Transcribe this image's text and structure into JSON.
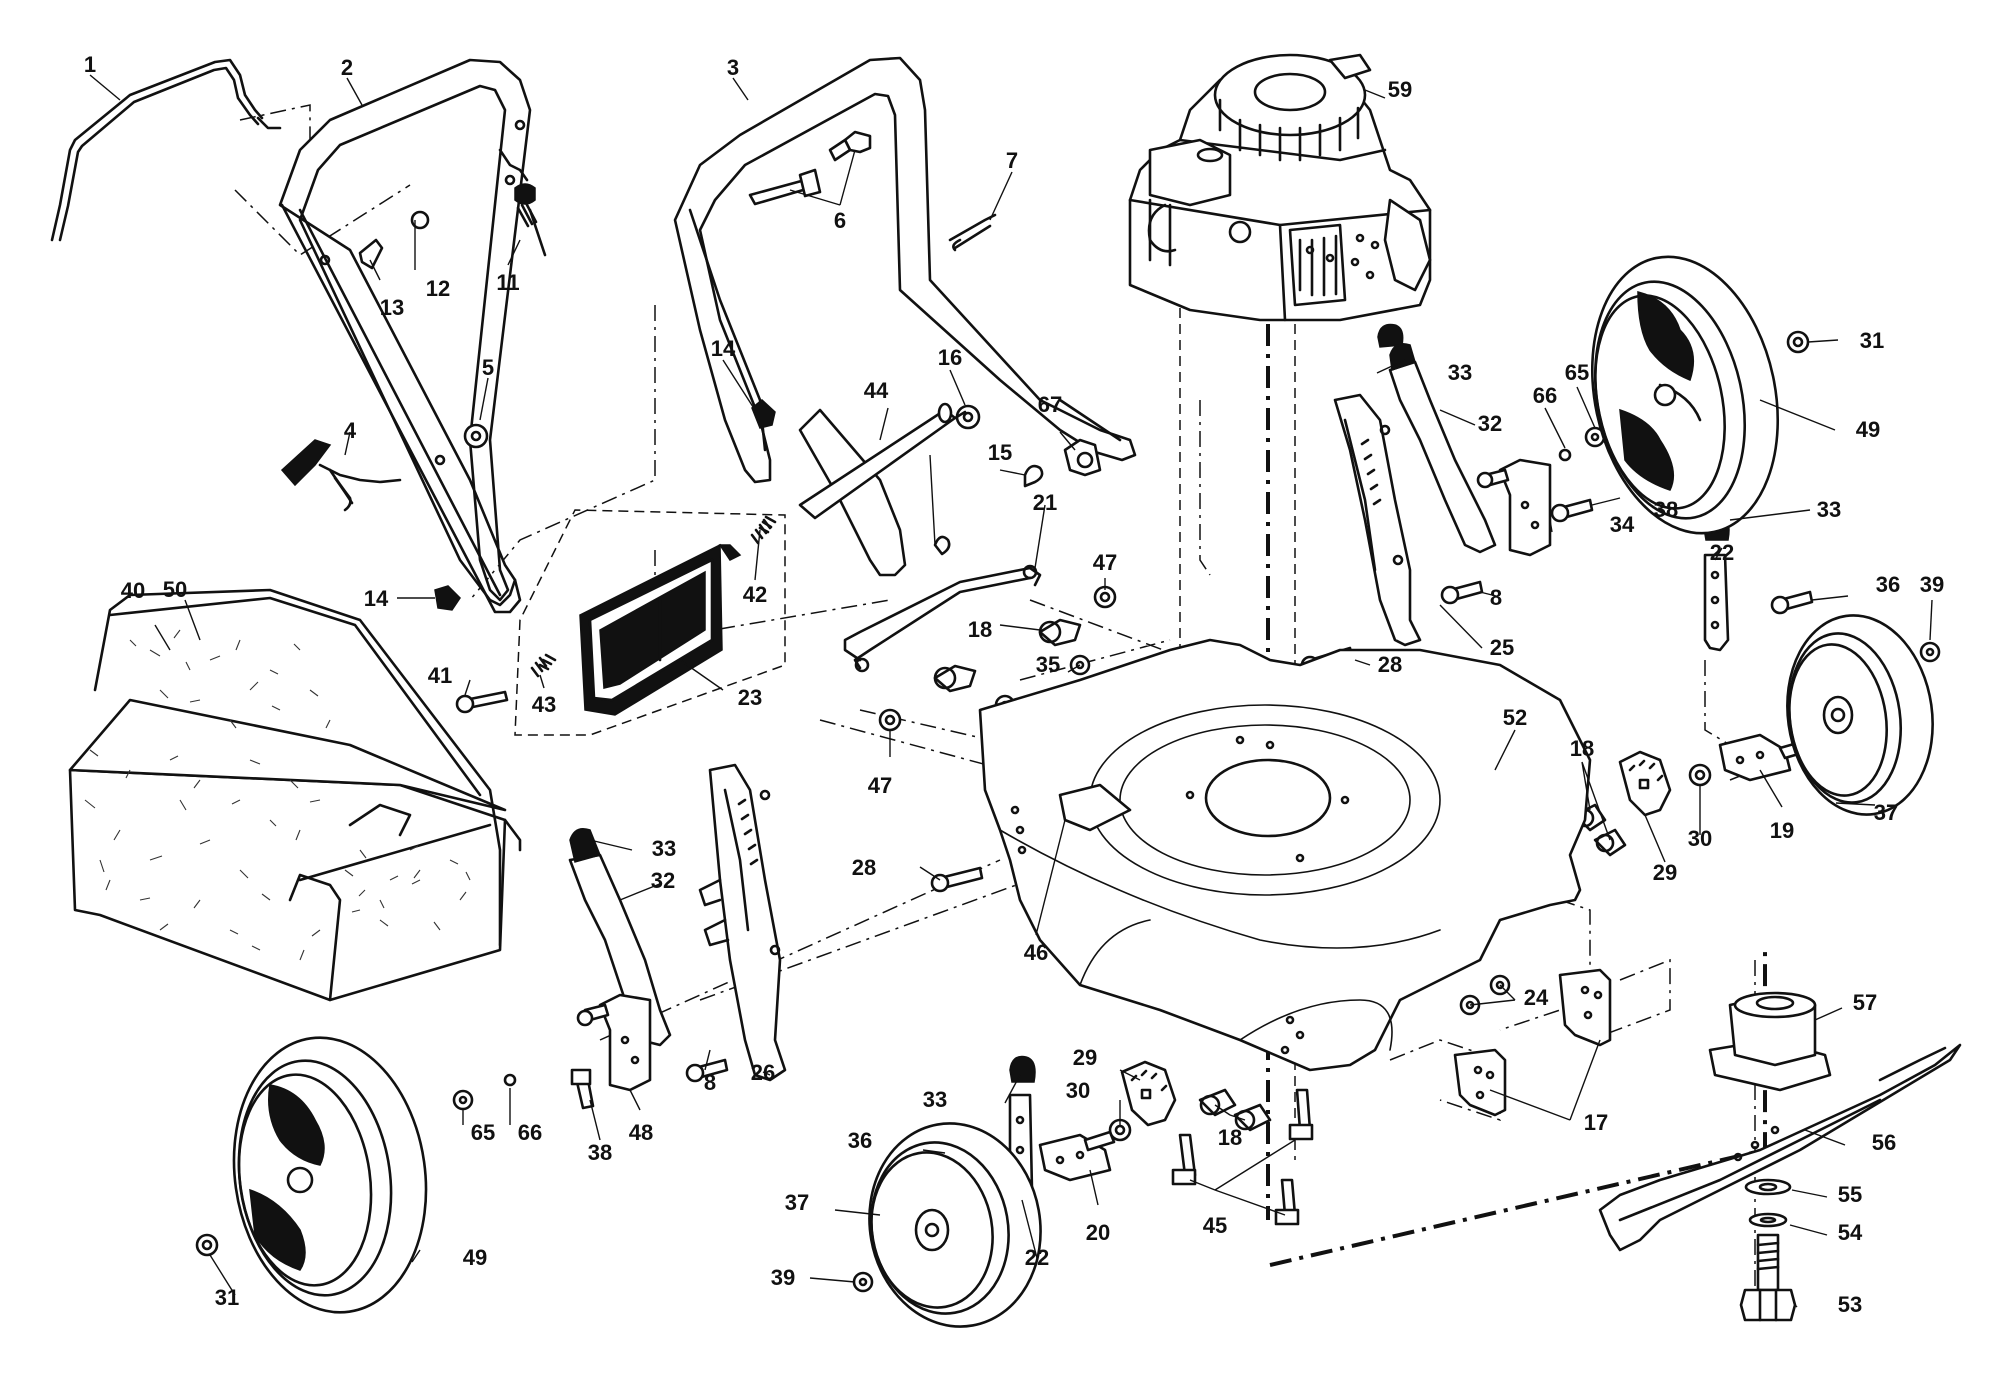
{
  "diagram": {
    "type": "exploded-parts-diagram",
    "line_color": "#111111",
    "background": "#ffffff",
    "callouts": [
      {
        "id": "c1",
        "label": "1"
      },
      {
        "id": "c2",
        "label": "2"
      },
      {
        "id": "c3",
        "label": "3"
      },
      {
        "id": "c4",
        "label": "4"
      },
      {
        "id": "c5",
        "label": "5"
      },
      {
        "id": "c6",
        "label": "6"
      },
      {
        "id": "c7",
        "label": "7"
      },
      {
        "id": "c8a",
        "label": "8"
      },
      {
        "id": "c8b",
        "label": "8"
      },
      {
        "id": "c11",
        "label": "11"
      },
      {
        "id": "c12",
        "label": "12"
      },
      {
        "id": "c13",
        "label": "13"
      },
      {
        "id": "c14a",
        "label": "14"
      },
      {
        "id": "c14b",
        "label": "14"
      },
      {
        "id": "c15",
        "label": "15"
      },
      {
        "id": "c16",
        "label": "16"
      },
      {
        "id": "c17",
        "label": "17"
      },
      {
        "id": "c18a",
        "label": "18"
      },
      {
        "id": "c18b",
        "label": "18"
      },
      {
        "id": "c18c",
        "label": "18"
      },
      {
        "id": "c19",
        "label": "19"
      },
      {
        "id": "c20",
        "label": "20"
      },
      {
        "id": "c21",
        "label": "21"
      },
      {
        "id": "c22a",
        "label": "22"
      },
      {
        "id": "c22b",
        "label": "22"
      },
      {
        "id": "c23",
        "label": "23"
      },
      {
        "id": "c24",
        "label": "24"
      },
      {
        "id": "c25",
        "label": "25"
      },
      {
        "id": "c26",
        "label": "26"
      },
      {
        "id": "c28a",
        "label": "28"
      },
      {
        "id": "c28b",
        "label": "28"
      },
      {
        "id": "c29a",
        "label": "29"
      },
      {
        "id": "c29b",
        "label": "29"
      },
      {
        "id": "c30a",
        "label": "30"
      },
      {
        "id": "c30b",
        "label": "30"
      },
      {
        "id": "c31a",
        "label": "31"
      },
      {
        "id": "c31b",
        "label": "31"
      },
      {
        "id": "c32a",
        "label": "32"
      },
      {
        "id": "c32b",
        "label": "32"
      },
      {
        "id": "c33a",
        "label": "33"
      },
      {
        "id": "c33b",
        "label": "33"
      },
      {
        "id": "c33c",
        "label": "33"
      },
      {
        "id": "c33d",
        "label": "33"
      },
      {
        "id": "c34",
        "label": "34"
      },
      {
        "id": "c35",
        "label": "35"
      },
      {
        "id": "c36a",
        "label": "36"
      },
      {
        "id": "c36b",
        "label": "36"
      },
      {
        "id": "c37a",
        "label": "37"
      },
      {
        "id": "c37b",
        "label": "37"
      },
      {
        "id": "c38a",
        "label": "38"
      },
      {
        "id": "c38b",
        "label": "38"
      },
      {
        "id": "c39a",
        "label": "39"
      },
      {
        "id": "c39b",
        "label": "39"
      },
      {
        "id": "c40",
        "label": "40"
      },
      {
        "id": "c41",
        "label": "41"
      },
      {
        "id": "c42",
        "label": "42"
      },
      {
        "id": "c43",
        "label": "43"
      },
      {
        "id": "c44",
        "label": "44"
      },
      {
        "id": "c45",
        "label": "45"
      },
      {
        "id": "c46",
        "label": "46"
      },
      {
        "id": "c47a",
        "label": "47"
      },
      {
        "id": "c47b",
        "label": "47"
      },
      {
        "id": "c48",
        "label": "48"
      },
      {
        "id": "c49a",
        "label": "49"
      },
      {
        "id": "c49b",
        "label": "49"
      },
      {
        "id": "c50",
        "label": "50"
      },
      {
        "id": "c52",
        "label": "52"
      },
      {
        "id": "c53",
        "label": "53"
      },
      {
        "id": "c54",
        "label": "54"
      },
      {
        "id": "c55",
        "label": "55"
      },
      {
        "id": "c56",
        "label": "56"
      },
      {
        "id": "c57",
        "label": "57"
      },
      {
        "id": "c59",
        "label": "59"
      },
      {
        "id": "c65a",
        "label": "65"
      },
      {
        "id": "c65b",
        "label": "65"
      },
      {
        "id": "c66a",
        "label": "66"
      },
      {
        "id": "c66b",
        "label": "66"
      },
      {
        "id": "c67",
        "label": "67"
      }
    ]
  }
}
